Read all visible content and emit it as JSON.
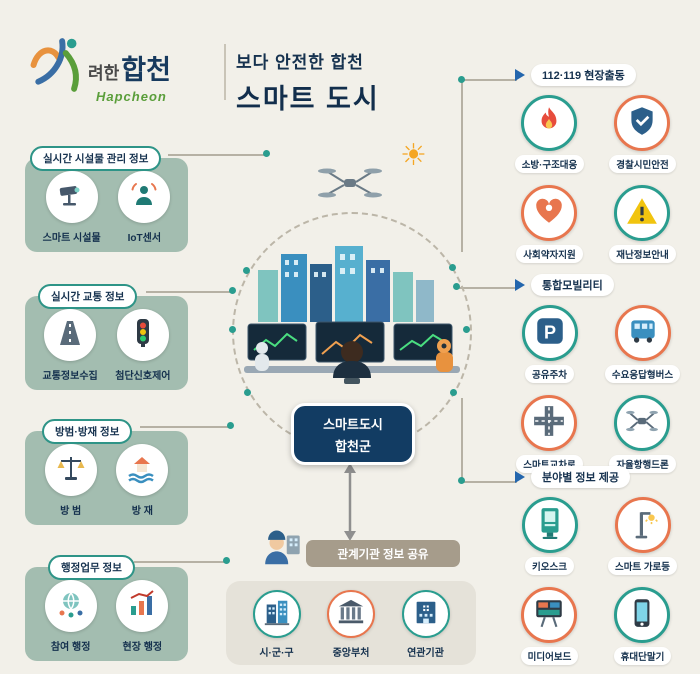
{
  "logo": {
    "name_prefix": "려한",
    "name_main": "합천",
    "romanized": "Hapcheon"
  },
  "title": {
    "line1": "보다 안전한 합천",
    "line2": "스마트 도시"
  },
  "left_sections": [
    {
      "header": "실시간 시설물 관리 정보",
      "items": [
        {
          "label": "스마트 시설물",
          "icon": "cctv"
        },
        {
          "label": "IoT센서",
          "icon": "iot-sensor"
        }
      ]
    },
    {
      "header": "실시간 교통 정보",
      "items": [
        {
          "label": "교통정보수집",
          "icon": "road"
        },
        {
          "label": "첨단신호제어",
          "icon": "traffic-light"
        }
      ]
    },
    {
      "header": "방범·방재 정보",
      "items": [
        {
          "label": "방 범",
          "icon": "scales"
        },
        {
          "label": "방 재",
          "icon": "flood"
        }
      ]
    },
    {
      "header": "행정업무 정보",
      "items": [
        {
          "label": "참여 행정",
          "icon": "participation"
        },
        {
          "label": "현장 행정",
          "icon": "chart"
        }
      ]
    }
  ],
  "right_sections": [
    {
      "header": "112·119 현장출동",
      "items": [
        {
          "label": "소방·구조대응",
          "icon": "fire"
        },
        {
          "label": "경찰시민안전",
          "icon": "police-shield"
        },
        {
          "label": "사회약자지원",
          "icon": "care-heart"
        },
        {
          "label": "재난정보안내",
          "icon": "warning"
        }
      ]
    },
    {
      "header": "통합모빌리티",
      "items": [
        {
          "label": "공유주차",
          "icon": "parking"
        },
        {
          "label": "수요응답형버스",
          "icon": "bus"
        },
        {
          "label": "스마트교차로",
          "icon": "intersection"
        },
        {
          "label": "자율항행드론",
          "icon": "drone"
        }
      ]
    },
    {
      "header": "분야별 정보 제공",
      "items": [
        {
          "label": "키오스크",
          "icon": "kiosk"
        },
        {
          "label": "스마트 가로등",
          "icon": "streetlight"
        },
        {
          "label": "미디어보드",
          "icon": "media-board"
        },
        {
          "label": "휴대단말기",
          "icon": "mobile-phone"
        }
      ]
    }
  ],
  "center": {
    "hub_line1": "스마트도시",
    "hub_line2": "합천군",
    "sun_glyph": "☀",
    "share_banner": "관계기관 정보 공유",
    "share_officer_icon": "officer",
    "share_items": [
      {
        "label": "시·군·구",
        "icon": "city-building"
      },
      {
        "label": "중앙부처",
        "icon": "government"
      },
      {
        "label": "연관기관",
        "icon": "agency-building"
      }
    ]
  },
  "colors": {
    "background": "#f2f0e9",
    "accent_teal": "#2a9d8f",
    "accent_orange": "#e8764e",
    "navy": "#16324f",
    "sage_panel": "#a3bdb0",
    "hub_navy": "#123c63",
    "banner_brown": "#a69c8b",
    "arrow_blue": "#2466ad",
    "logo_green": "#5a9e3a"
  }
}
